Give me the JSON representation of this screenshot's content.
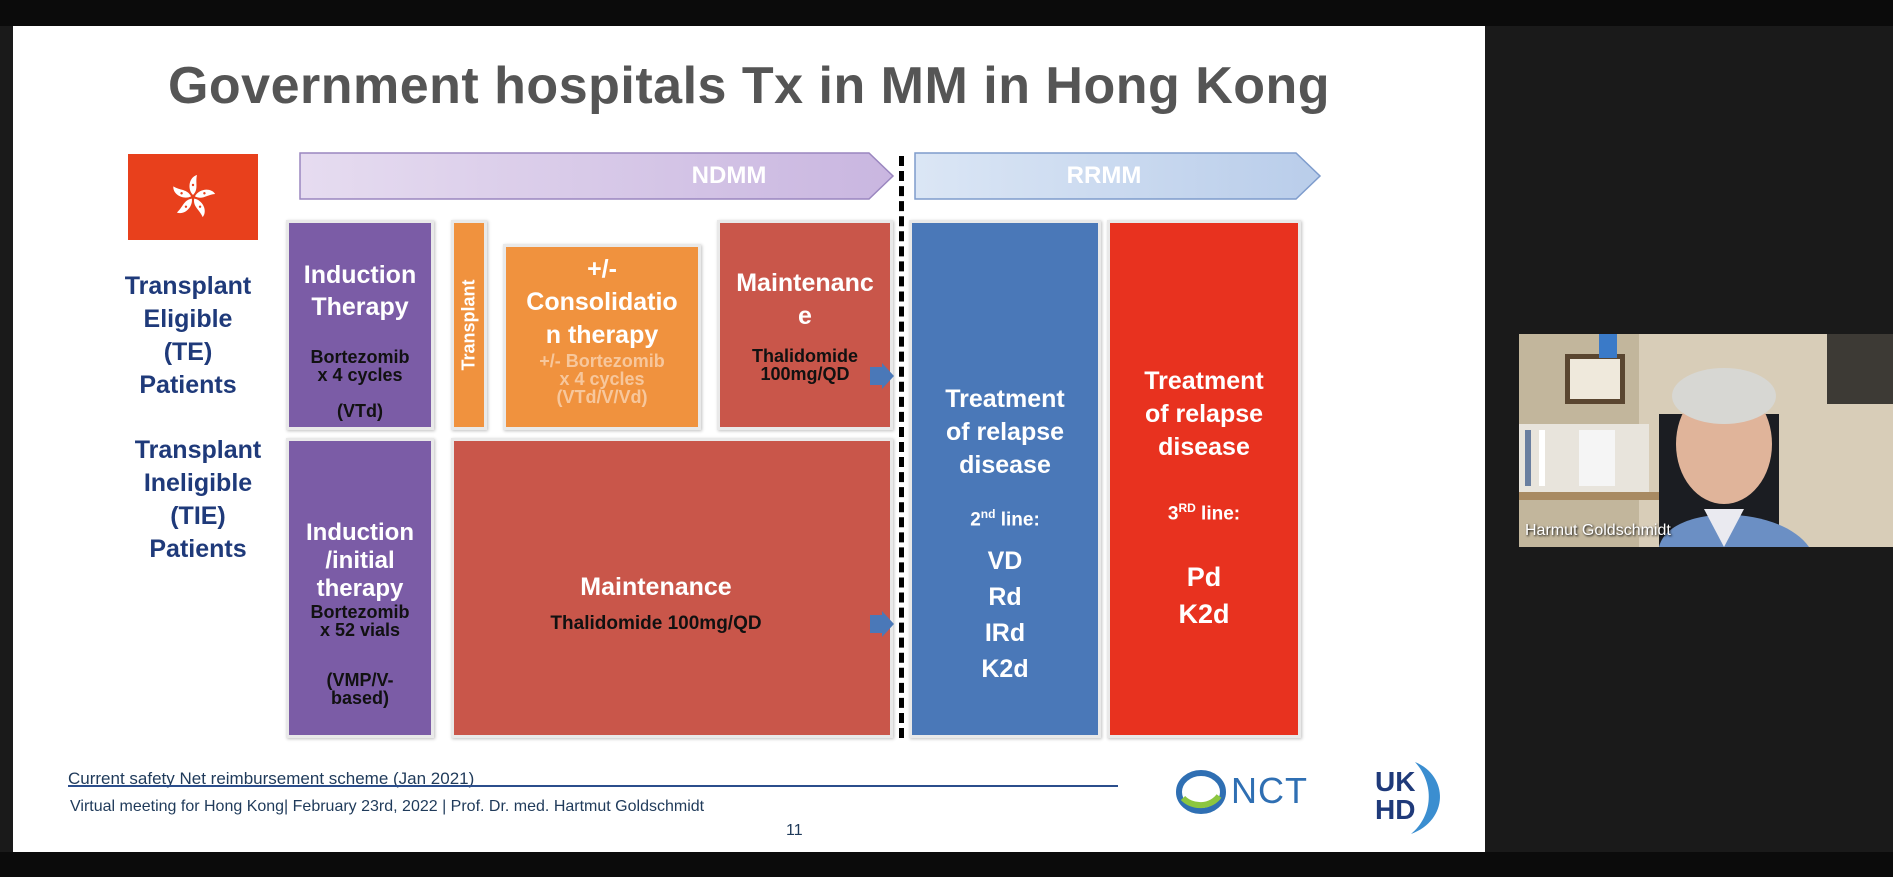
{
  "slide": {
    "title": "Government hospitals Tx in MM in Hong Kong",
    "ndmm_label": "NDMM",
    "rrmm_label": "RRMM",
    "row_labels": {
      "te": [
        "Transplant",
        "Eligible",
        "(TE)",
        "Patients"
      ],
      "tie": [
        "Transplant",
        "Ineligible",
        "(TIE)",
        "Patients"
      ]
    },
    "induction_te": {
      "title": [
        "Induction",
        "Therapy"
      ],
      "drug": [
        "Bortezomib",
        "x 4 cycles"
      ],
      "regimen": "(VTd)"
    },
    "transplant": "Transplant",
    "consolidation": {
      "title": [
        "+/-",
        "Consolidatio",
        "n therapy"
      ],
      "drug": [
        "+/- Bortezomib",
        "x 4 cycles",
        "(VTd/V/Vd)"
      ]
    },
    "maintenance_te": {
      "title": [
        "Maintenanc",
        "e"
      ],
      "drug": [
        "Thalidomide",
        "100mg/QD"
      ]
    },
    "induction_tie": {
      "title": [
        "Induction",
        "/initial",
        "therapy"
      ],
      "drug": [
        "Bortezomib",
        "x 52 vials"
      ],
      "regimen": [
        "(VMP/V-",
        "based)"
      ]
    },
    "maintenance_tie": {
      "title": "Maintenance",
      "drug": "Thalidomide 100mg/QD"
    },
    "relapse_2nd": {
      "title": [
        "Treatment",
        "of relapse",
        "disease"
      ],
      "line_prefix": "2",
      "line_sup": "nd",
      "line_suffix": " line:",
      "drugs": [
        "VD",
        "Rd",
        "IRd",
        "K2d"
      ]
    },
    "relapse_3rd": {
      "title": [
        "Treatment",
        "of relapse",
        "disease"
      ],
      "line_prefix": "3",
      "line_sup": "RD",
      "line_suffix": " line:",
      "drugs": [
        "Pd",
        "K2d"
      ]
    },
    "footer": {
      "note": "Current safety Net reimbursement scheme (Jan 2021)",
      "meeting": "Virtual meeting for Hong Kong| February 23rd, 2022 | Prof. Dr. med. Hartmut Goldschmidt",
      "page": "11"
    },
    "logos": {
      "nct": "NCT",
      "ukhd_top": "UK",
      "ukhd_bottom": "HD"
    }
  },
  "video": {
    "participant_name": "Harmut Goldschmidt"
  },
  "colors": {
    "purple": "#7b5ca6",
    "orange": "#f0923e",
    "brick": "#c9564a",
    "blue": "#4a78b8",
    "red": "#e8321f",
    "flag": "#e8401c",
    "navy": "#1f3a7a"
  }
}
